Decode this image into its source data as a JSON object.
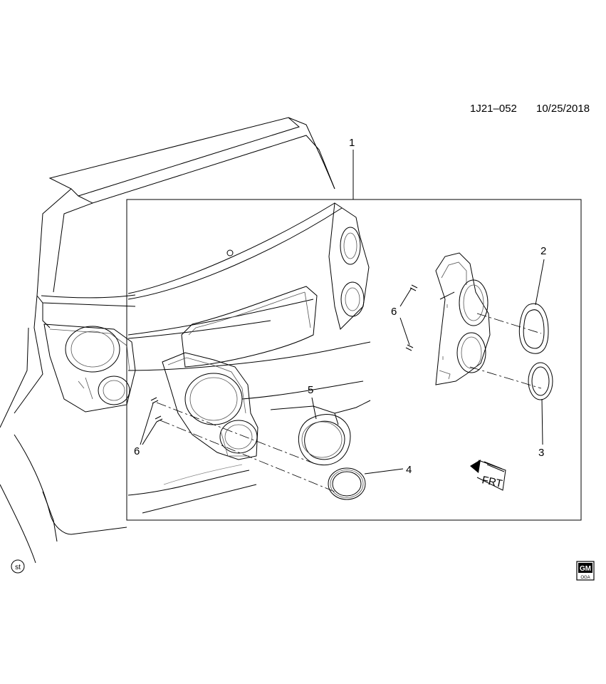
{
  "header": {
    "diagram_code": "1J21–052",
    "date": "10/25/2018"
  },
  "callouts": {
    "assembly": "1",
    "lens_gasket_upper": "2",
    "lens_gasket_lower": "3",
    "bezel_ring": "4",
    "trim_ring": "5",
    "screws_right": "6",
    "screws_left": "6"
  },
  "direction_indicator": "FRT",
  "badges": {
    "left_badge": "st",
    "gm_top": "GM",
    "gm_bottom": "OGA"
  },
  "icons": [
    "front-direction-arrow-icon",
    "gm-logo-icon",
    "st-circle-icon"
  ]
}
